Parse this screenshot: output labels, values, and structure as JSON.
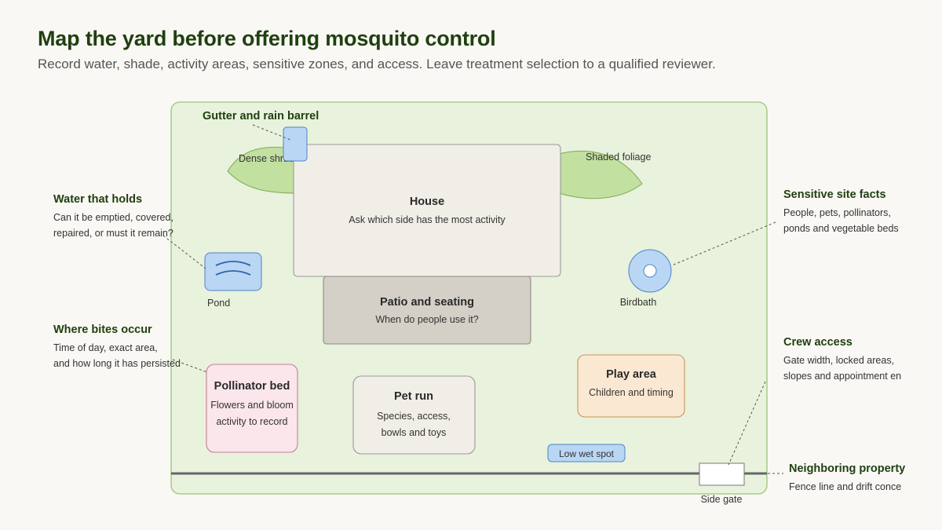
{
  "header": {
    "title": "Map the yard before offering mosquito control",
    "subtitle": "Record water, shade, activity areas, sensitive zones, and access. Leave treatment selection to a qualified reviewer."
  },
  "map": {
    "gutter_label": "Gutter and rain barrel",
    "shrubs_label": "Dense shrubs",
    "foliage_label": "Shaded foliage",
    "house": {
      "title": "House",
      "note": "Ask which side has the most activity"
    },
    "patio": {
      "title": "Patio and seating",
      "note": "When do people use it?"
    },
    "pond_label": "Pond",
    "birdbath_label": "Birdbath",
    "pollinator": {
      "title": "Pollinator bed",
      "line1": "Flowers and bloom",
      "line2": "activity to record"
    },
    "petrun": {
      "title": "Pet run",
      "line1": "Species, access,",
      "line2": "bowls and toys"
    },
    "play": {
      "title": "Play area",
      "note": "Children and timing"
    },
    "wetspot_label": "Low wet spot",
    "gate_label": "Side gate"
  },
  "callouts": {
    "water": {
      "title": "Water that holds",
      "line1": "Can it be emptied, covered,",
      "line2": "repaired, or must it remain?"
    },
    "bites": {
      "title": "Where bites occur",
      "line1": "Time of day, exact area,",
      "line2": "and how long it has persisted"
    },
    "sensitive": {
      "title": "Sensitive site facts",
      "line1": "People, pets, pollinators,",
      "line2": "ponds and vegetable beds"
    },
    "crew": {
      "title": "Crew access",
      "line1": "Gate width, locked areas,",
      "line2": "slopes and appointment en"
    },
    "neighbor": {
      "title": "Neighboring property",
      "line1": "Fence line and drift conce"
    }
  },
  "colors": {
    "yard_fill": "#e8f2dc",
    "yard_stroke": "#9cc47a",
    "water_fill": "#b9d6f5",
    "water_stroke": "#4f84c4",
    "leaf_fill": "#c2e09f",
    "leaf_stroke": "#7faa5a",
    "house_fill": "#f1eee8",
    "patio_fill": "#d4d0c8",
    "pollinator_fill": "#fbe6ec",
    "pollinator_stroke": "#c87e94",
    "play_fill": "#fbe8d2",
    "play_stroke": "#c9935a",
    "title_green": "#1f4010"
  },
  "icons": [
    "pond-wave-icon",
    "birdbath-ring-icon",
    "shrub-leaf-icon",
    "rain-barrel-icon"
  ]
}
